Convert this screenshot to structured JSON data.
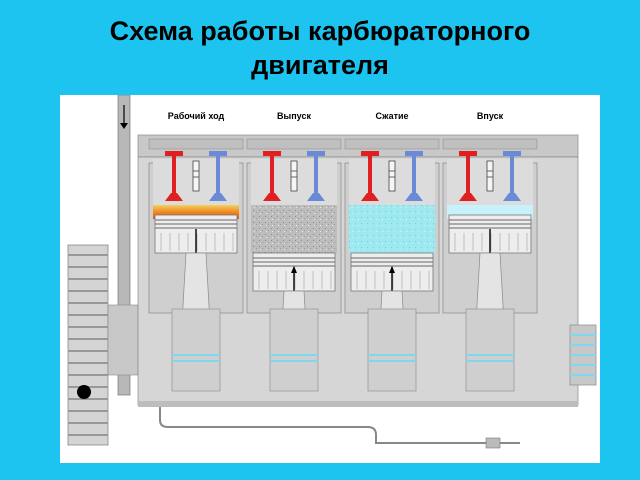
{
  "slide": {
    "title_line1": "Схема работы карбюраторного",
    "title_line2": "двигателя"
  },
  "diagram": {
    "cylinders": [
      {
        "label": "Рабочий ход",
        "piston": "down",
        "chamber": "combustion"
      },
      {
        "label": "Выпуск",
        "piston": "up",
        "chamber": "exhaust-gas"
      },
      {
        "label": "Сжатие",
        "piston": "up",
        "chamber": "compressed-mixture"
      },
      {
        "label": "Впуск",
        "piston": "down",
        "chamber": "fresh-mixture"
      }
    ],
    "colors": {
      "background": "#1ec4f0",
      "engine_block": "#c8c8c8",
      "exhaust_valve": "#e02020",
      "intake_valve": "#6a8ad8",
      "combustion": "#f0a020",
      "exhaust_gas": "#bdbdbd",
      "compressed_mixture": "#9ee8f0",
      "fresh_mixture": "#c8f2fa"
    }
  }
}
